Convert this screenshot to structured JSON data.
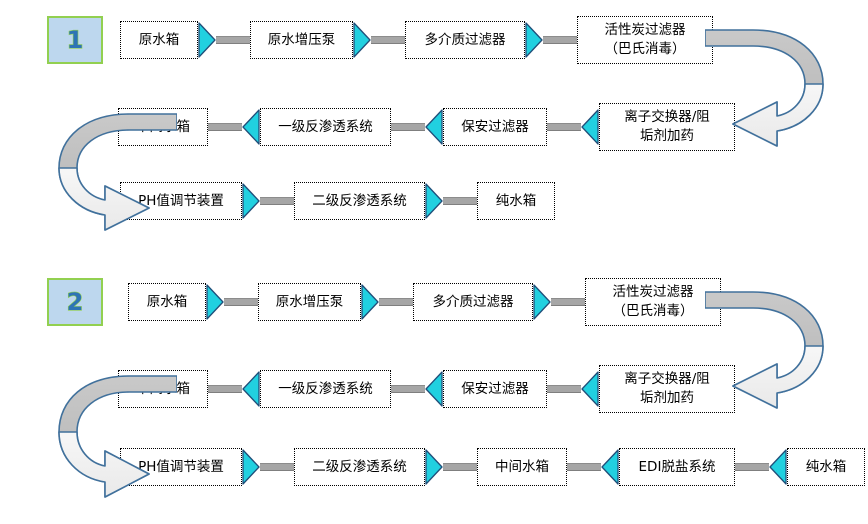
{
  "diagram": {
    "title_hidden": "",
    "colors": {
      "badge_fill": "#bdd7ee",
      "badge_border": "#92d050",
      "badge_text": "#2e74b5",
      "arrow_fill": "#21d0e0",
      "arrow_outline": "#1f4e79",
      "connector_bar": "#a6a6a6",
      "box_border": "#000000",
      "box_fill": "#ffffff",
      "box_text": "#000000",
      "curve_outline": "#41719c",
      "curve_fill_dark": "#bfbfbf",
      "curve_fill_light": "#f2f2f2",
      "page_background": "#ffffff"
    }
  },
  "sections": [
    {
      "badge": "1",
      "rows": [
        {
          "direction": "left-to-right",
          "steps": [
            {
              "label": "原水箱",
              "width": 78
            },
            {
              "label": "原水增压泵",
              "width": 103
            },
            {
              "label": "多介质过滤器",
              "width": 120
            },
            {
              "label": "活性炭过滤器\n（巴氏消毒）",
              "width": 136,
              "lines": 2
            }
          ]
        },
        {
          "direction": "right-to-left",
          "steps": [
            {
              "label": "中间水箱",
              "width": 90
            },
            {
              "label": "一级反渗透系统",
              "width": 131
            },
            {
              "label": "保安过滤器",
              "width": 104
            },
            {
              "label": "离子交换器/阻\n垢剂加药",
              "width": 136,
              "lines": 2
            }
          ]
        },
        {
          "direction": "left-to-right",
          "steps": [
            {
              "label": "PH值调节装置",
              "width": 122
            },
            {
              "label": "二级反渗透系统",
              "width": 131
            },
            {
              "label": "纯水箱",
              "width": 78
            }
          ]
        }
      ],
      "curves": [
        {
          "name": "right-uturn",
          "from": "活性炭过滤器（巴氏消毒）",
          "to": "离子交换器/阻垢剂加药"
        },
        {
          "name": "left-uturn",
          "from": "中间水箱",
          "to": "PH值调节装置"
        }
      ]
    },
    {
      "badge": "2",
      "rows": [
        {
          "direction": "left-to-right",
          "steps": [
            {
              "label": "原水箱",
              "width": 78
            },
            {
              "label": "原水增压泵",
              "width": 103
            },
            {
              "label": "多介质过滤器",
              "width": 120
            },
            {
              "label": "活性炭过滤器\n（巴氏消毒）",
              "width": 136,
              "lines": 2
            }
          ]
        },
        {
          "direction": "right-to-left",
          "steps": [
            {
              "label": "中间水箱",
              "width": 90
            },
            {
              "label": "一级反渗透系统",
              "width": 131
            },
            {
              "label": "保安过滤器",
              "width": 104
            },
            {
              "label": "离子交换器/阻\n垢剂加药",
              "width": 136,
              "lines": 2
            }
          ]
        },
        {
          "direction": "mixed",
          "steps": [
            {
              "label": "PH值调节装置",
              "width": 122,
              "arrow_after": "right"
            },
            {
              "label": "二级反渗透系统",
              "width": 131,
              "arrow_after": "right"
            },
            {
              "label": "中间水箱",
              "width": 90,
              "arrow_after": "left"
            },
            {
              "label": "EDI脱盐系统",
              "width": 116,
              "arrow_after": "left"
            },
            {
              "label": "纯水箱",
              "width": 78
            }
          ]
        }
      ],
      "curves": [
        {
          "name": "right-uturn",
          "from": "活性炭过滤器（巴氏消毒）",
          "to": "离子交换器/阻垢剂加药"
        },
        {
          "name": "left-uturn",
          "from": "中间水箱",
          "to": "PH值调节装置"
        }
      ]
    }
  ]
}
